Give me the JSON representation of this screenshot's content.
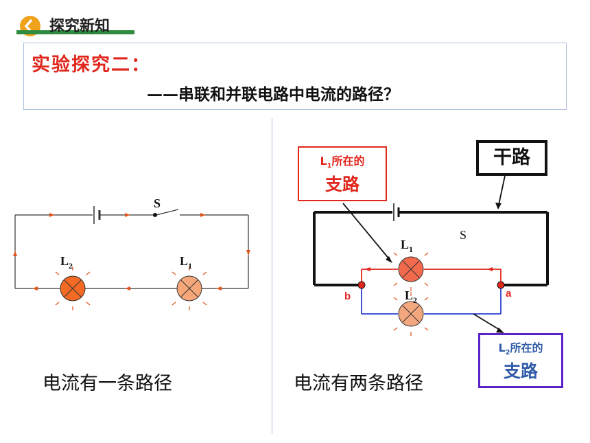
{
  "header": {
    "section_label": "探究新知"
  },
  "title": {
    "main": "实验探究二：",
    "sub": "——串联和并联电路中电流的路径？"
  },
  "left_diagram": {
    "switch_label": "S",
    "lamp2_label": "L",
    "lamp2_sub": "2",
    "lamp1_label": "L",
    "lamp1_sub": "1",
    "caption": "电流有一条路径"
  },
  "right_diagram": {
    "callout_l1_prefix": "L",
    "callout_l1_sub": "1",
    "callout_l1_suffix": "所在的",
    "callout_l1_main": "支路",
    "trunk_label": "干路",
    "switch_label": "S",
    "lamp1_label": "L",
    "lamp1_sub": "1",
    "lamp2_label": "L",
    "lamp2_sub": "2",
    "node_a": "a",
    "node_b": "b",
    "callout_l2_prefix": "L",
    "callout_l2_sub": "2",
    "callout_l2_suffix": "所在的",
    "callout_l2_main": "支路",
    "caption": "电流有两条路径"
  },
  "colors": {
    "accent_red": "#e1261c",
    "branch_blue": "#2f5ba8",
    "callout2_border": "#5b22c8",
    "header_green": "#2e8b3f",
    "logo_orange": "#f0a21a"
  }
}
